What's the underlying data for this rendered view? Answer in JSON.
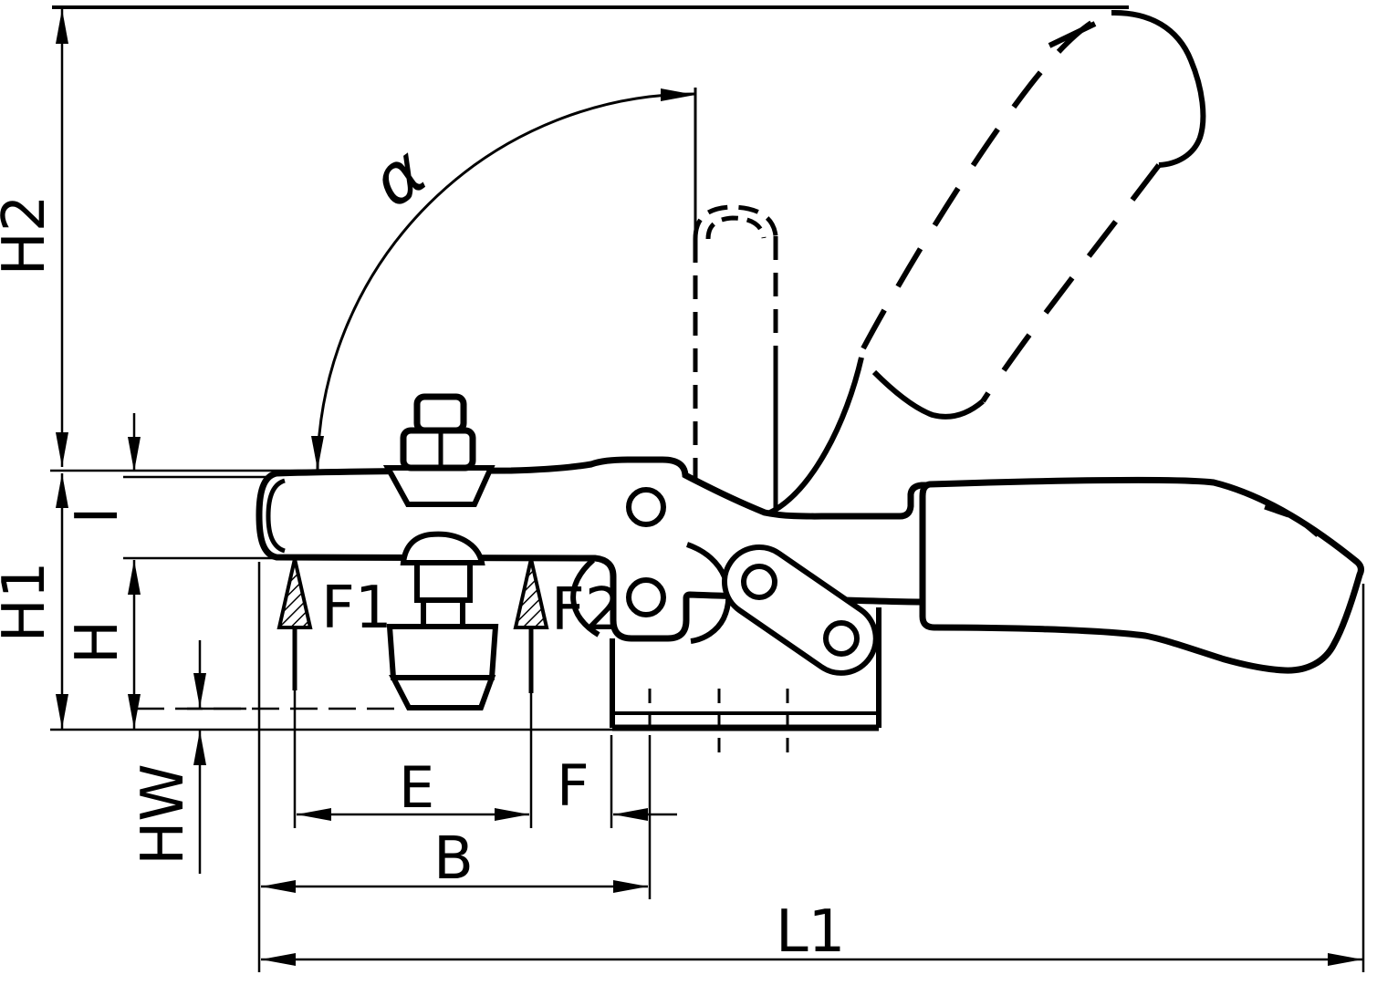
{
  "figure": {
    "kind": "technical line drawing",
    "subject": "horizontal toggle clamp, side view, closed position solid and open handle position dashed",
    "background_color": "#ffffff",
    "line_color": "#000000"
  },
  "labels": {
    "h2": "H2",
    "h1": "H1",
    "i": "I",
    "h": "H",
    "hw": "HW",
    "alpha": "α",
    "f1": "F1",
    "f2": "F2",
    "e": "E",
    "f": "F",
    "b": "B",
    "l1": "L1"
  }
}
